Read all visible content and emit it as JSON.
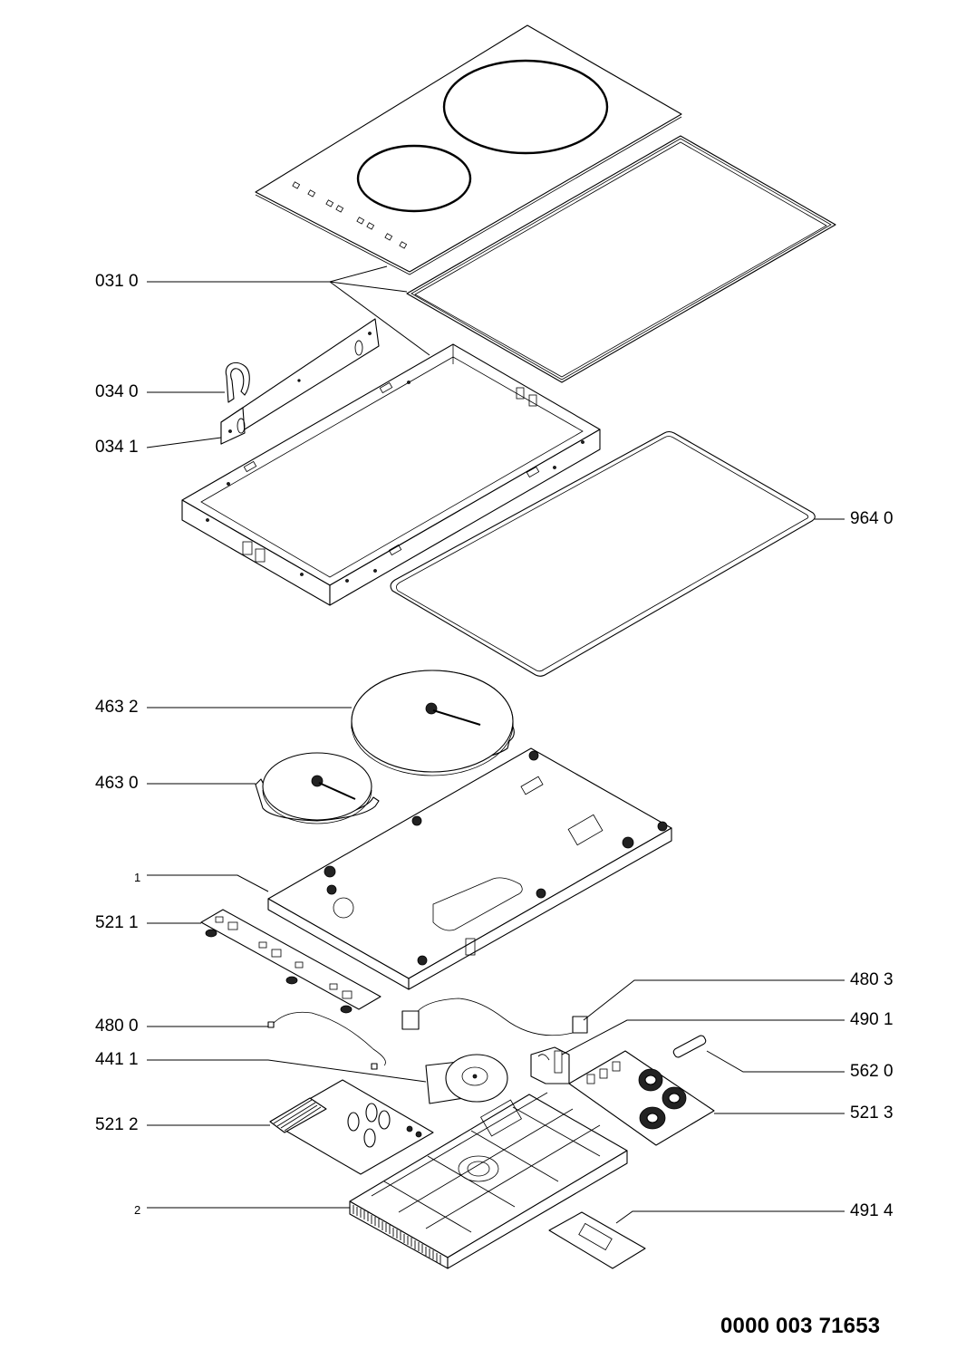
{
  "diagram": {
    "type": "exploded-parts-view",
    "subject": "induction hob (2 zones)",
    "document_number": "0000 003 71653",
    "callouts_left": [
      {
        "id": "031-0",
        "label": "031 0",
        "part": "glass-ceramic top with frame"
      },
      {
        "id": "034-0",
        "label": "034 0",
        "part": "clip"
      },
      {
        "id": "034-1",
        "label": "034 1",
        "part": "bracket"
      },
      {
        "id": "463-2",
        "label": "463 2",
        "part": "large induction coil"
      },
      {
        "id": "463-0",
        "label": "463 0",
        "part": "small induction coil"
      },
      {
        "id": "1",
        "label": "1",
        "part": "coil support plate"
      },
      {
        "id": "521-1",
        "label": "521 1",
        "part": "control board"
      },
      {
        "id": "480-0",
        "label": "480 0",
        "part": "wire harness"
      },
      {
        "id": "441-1",
        "label": "441 1",
        "part": "cooling fan"
      },
      {
        "id": "521-2",
        "label": "521 2",
        "part": "power board"
      },
      {
        "id": "2",
        "label": "2",
        "part": "bottom housing"
      }
    ],
    "callouts_right": [
      {
        "id": "964-0",
        "label": "964 0",
        "part": "gasket"
      },
      {
        "id": "480-3",
        "label": "480 3",
        "part": "cable"
      },
      {
        "id": "490-1",
        "label": "490 1",
        "part": "terminal block"
      },
      {
        "id": "562-0",
        "label": "562 0",
        "part": "fuse"
      },
      {
        "id": "521-3",
        "label": "521 3",
        "part": "filter board"
      },
      {
        "id": "491-4",
        "label": "491 4",
        "part": "sensor board"
      }
    ]
  }
}
